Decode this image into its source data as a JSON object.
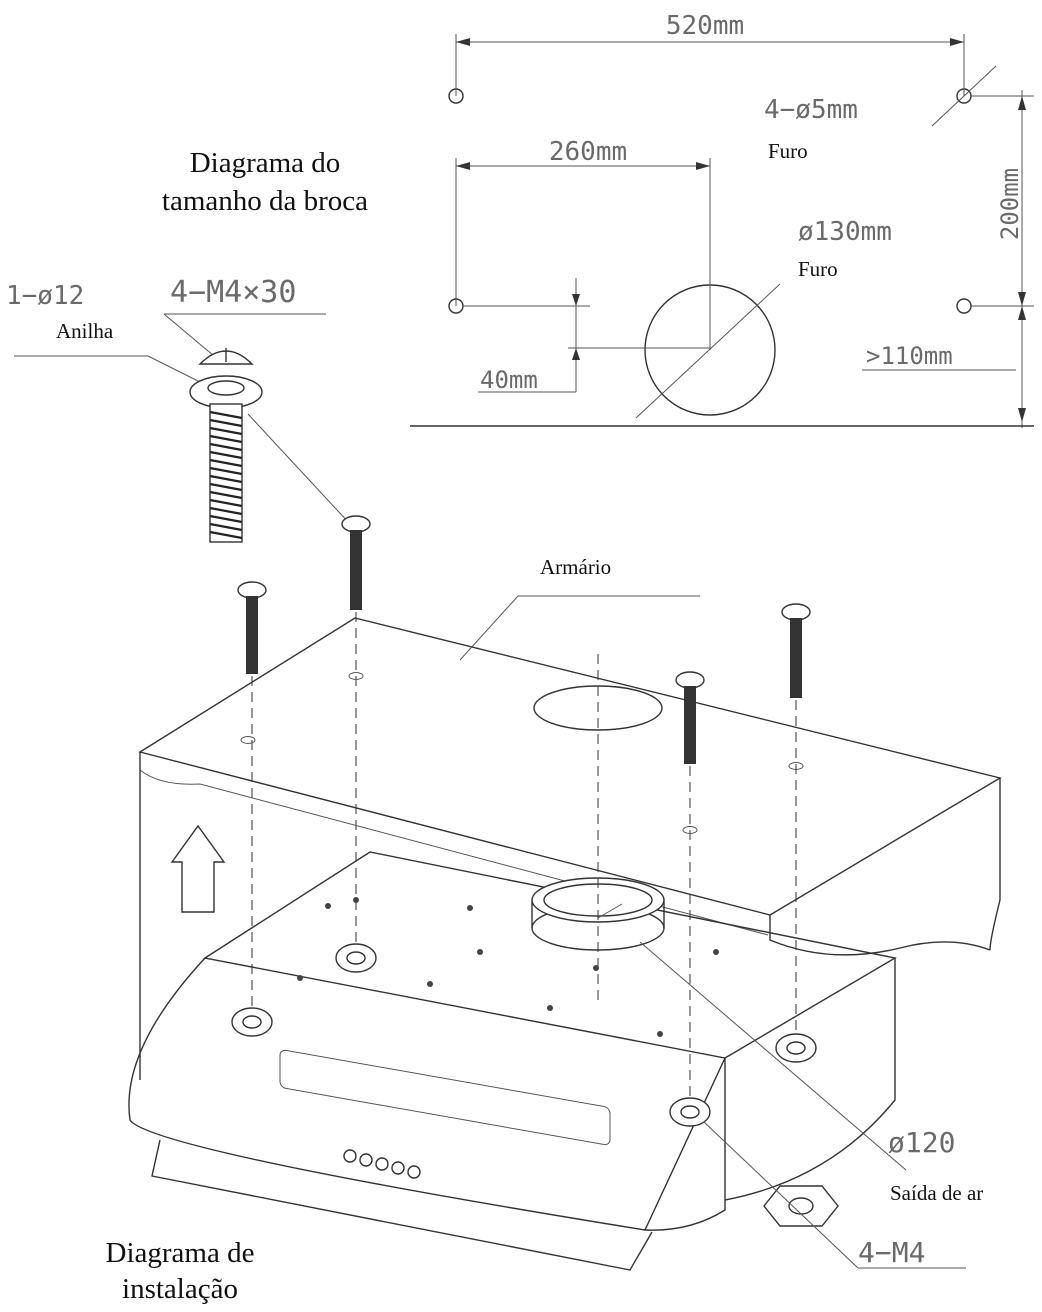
{
  "drill_diagram": {
    "title_line1": "Diagrama do",
    "title_line2": "tamanho da broca",
    "dim_width_total": "520mm",
    "dim_half_width": "260mm",
    "dim_height": "200mm",
    "dim_offset": "40mm",
    "dim_clearance": ">110mm",
    "small_holes_spec": "4−ø5mm",
    "small_holes_label": "Furo",
    "big_hole_spec": "ø130mm",
    "big_hole_label": "Furo"
  },
  "installation": {
    "title_line1": "Diagrama de",
    "title_line2": "instalação",
    "washer_spec": "1−ø12",
    "washer_label": "Anilha",
    "screw_spec": "4−M4×30",
    "cabinet_label": "Armário",
    "outlet_spec": "ø120",
    "outlet_label": "Saída de ar",
    "nut_spec": "4−M4"
  }
}
